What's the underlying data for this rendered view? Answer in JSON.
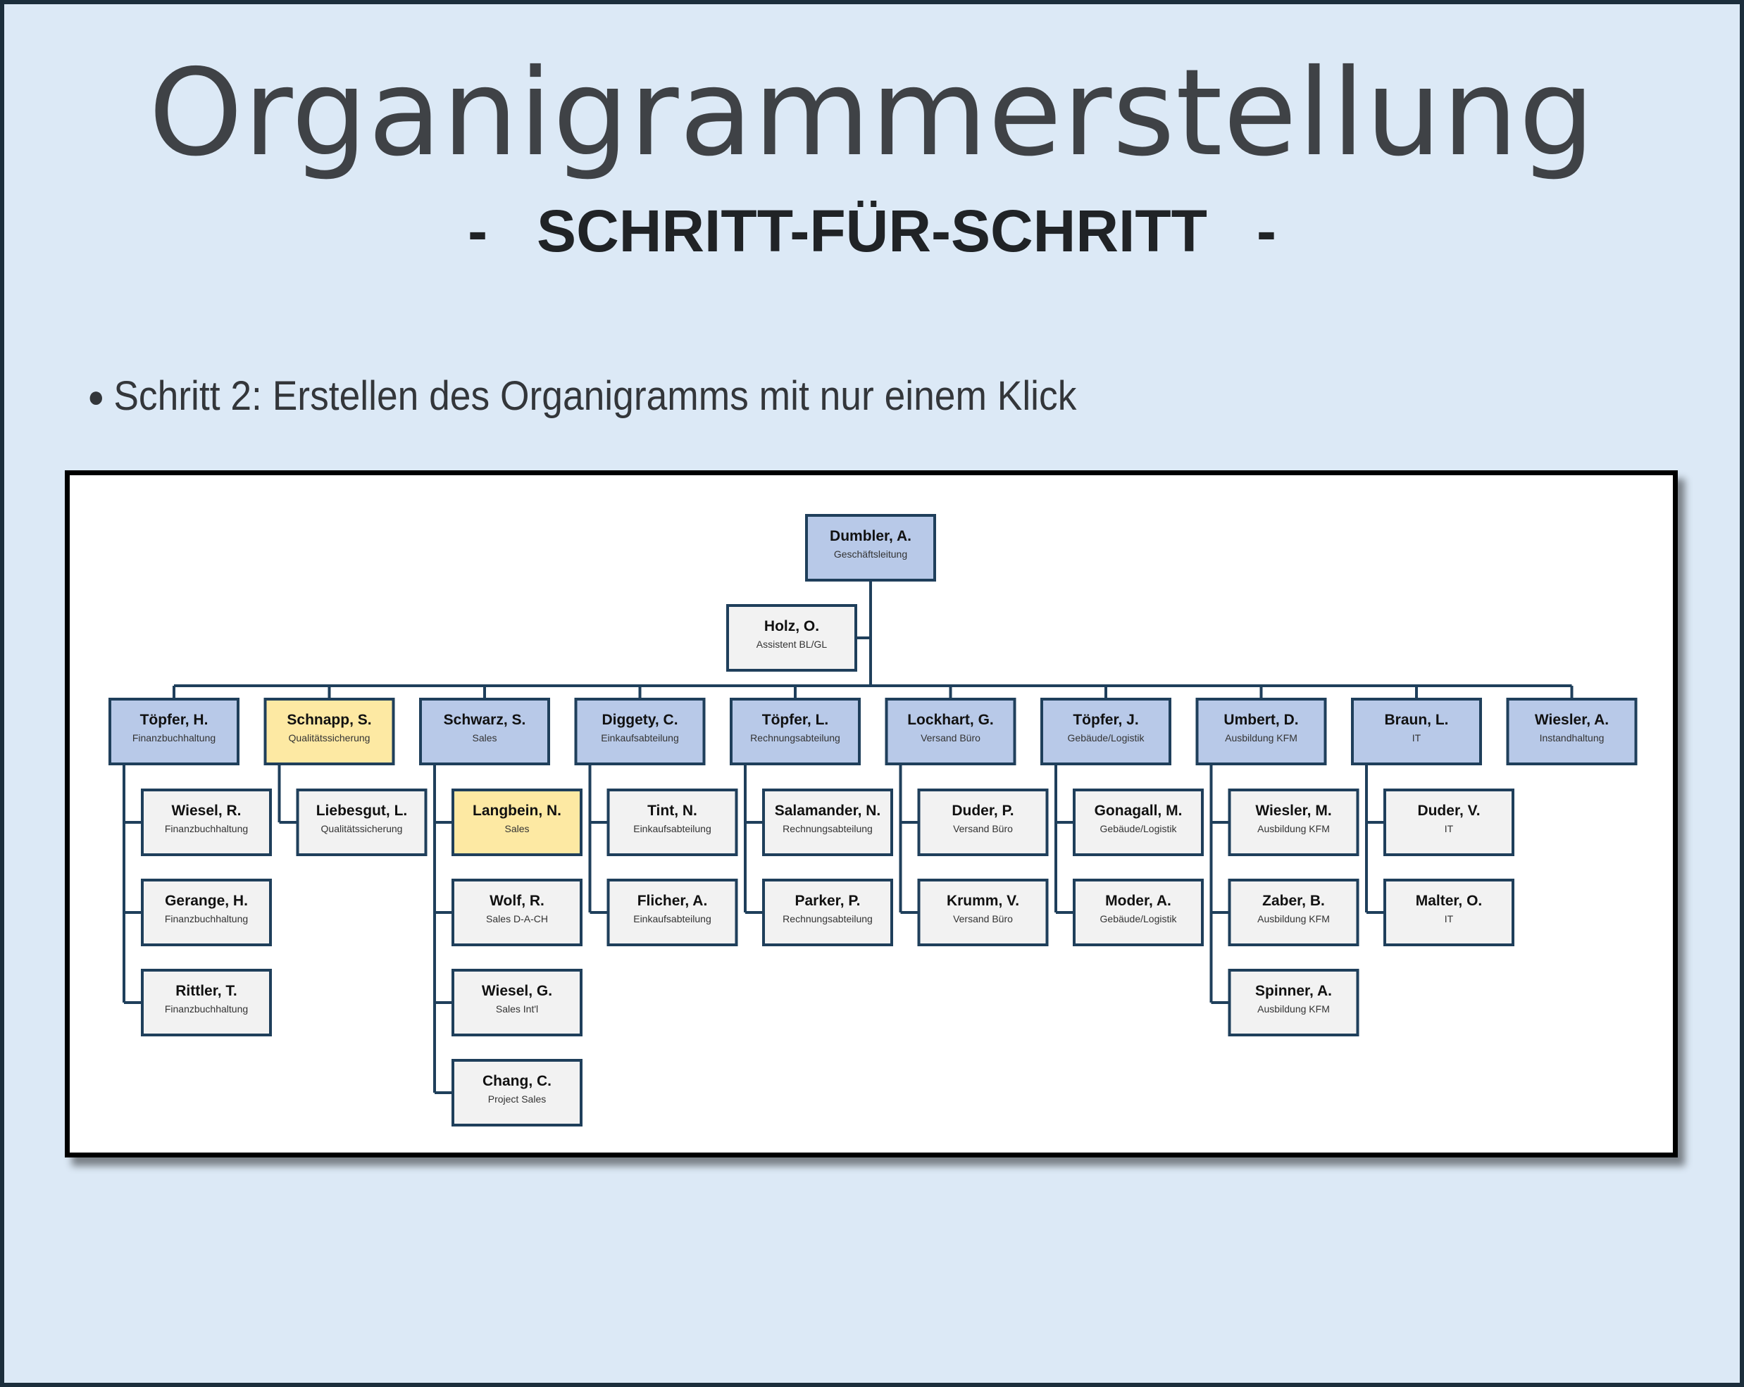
{
  "title": "Organigrammerstellung",
  "subtitle": {
    "dash_left": "-",
    "text": "SCHRITT-FÜR-SCHRITT",
    "dash_right": "-"
  },
  "step": {
    "bullet": "●",
    "text": "Schritt 2: Erstellen des Organigramms mit nur einem Klick"
  },
  "colors": {
    "background": "#dce9f6",
    "box_blue": "#b8c9e8",
    "box_yellow": "#fde9a3",
    "box_grey": "#f2f2f2",
    "box_border": "#1f3f5b",
    "connector": "#1f3f5b"
  },
  "org_chart": {
    "top": {
      "name": "Dumbler, A.",
      "role": "Geschäftsleitung",
      "style": "blue"
    },
    "assistant": {
      "name": "Holz, O.",
      "role": "Assistent BL/GL",
      "style": "grey"
    },
    "departments": [
      {
        "name": "Töpfer, H.",
        "role": "Finanzbuchhaltung",
        "style": "blue",
        "members": [
          {
            "name": "Wiesel, R.",
            "role": "Finanzbuchhaltung",
            "style": "grey"
          },
          {
            "name": "Gerange, H.",
            "role": "Finanzbuchhaltung",
            "style": "grey"
          },
          {
            "name": "Rittler, T.",
            "role": "Finanzbuchhaltung",
            "style": "grey"
          }
        ]
      },
      {
        "name": "Schnapp, S.",
        "role": "Qualitätssicherung",
        "style": "yellow",
        "members": [
          {
            "name": "Liebesgut, L.",
            "role": "Qualitätssicherung",
            "style": "grey"
          }
        ]
      },
      {
        "name": "Schwarz, S.",
        "role": "Sales",
        "style": "blue",
        "members": [
          {
            "name": "Langbein, N.",
            "role": "Sales",
            "style": "yellow"
          },
          {
            "name": "Wolf, R.",
            "role": "Sales D-A-CH",
            "style": "grey"
          },
          {
            "name": "Wiesel, G.",
            "role": "Sales Int'l",
            "style": "grey"
          },
          {
            "name": "Chang, C.",
            "role": "Project Sales",
            "style": "grey"
          }
        ]
      },
      {
        "name": "Diggety, C.",
        "role": "Einkaufsabteilung",
        "style": "blue",
        "members": [
          {
            "name": "Tint, N.",
            "role": "Einkaufsabteilung",
            "style": "grey"
          },
          {
            "name": "Flicher, A.",
            "role": "Einkaufsabteilung",
            "style": "grey"
          }
        ]
      },
      {
        "name": "Töpfer, L.",
        "role": "Rechnungsabteilung",
        "style": "blue",
        "members": [
          {
            "name": "Salamander, N.",
            "role": "Rechnungsabteilung",
            "style": "grey"
          },
          {
            "name": "Parker, P.",
            "role": "Rechnungsabteilung",
            "style": "grey"
          }
        ]
      },
      {
        "name": "Lockhart, G.",
        "role": "Versand Büro",
        "style": "blue",
        "members": [
          {
            "name": "Duder, P.",
            "role": "Versand Büro",
            "style": "grey"
          },
          {
            "name": "Krumm, V.",
            "role": "Versand Büro",
            "style": "grey"
          }
        ]
      },
      {
        "name": "Töpfer, J.",
        "role": "Gebäude/Logistik",
        "style": "blue",
        "members": [
          {
            "name": "Gonagall, M.",
            "role": "Gebäude/Logistik",
            "style": "grey"
          },
          {
            "name": "Moder, A.",
            "role": "Gebäude/Logistik",
            "style": "grey"
          }
        ]
      },
      {
        "name": "Umbert, D.",
        "role": "Ausbildung KFM",
        "style": "blue",
        "members": [
          {
            "name": "Wiesler, M.",
            "role": "Ausbildung KFM",
            "style": "grey"
          },
          {
            "name": "Zaber, B.",
            "role": "Ausbildung KFM",
            "style": "grey"
          },
          {
            "name": "Spinner, A.",
            "role": "Ausbildung KFM",
            "style": "grey"
          }
        ]
      },
      {
        "name": "Braun, L.",
        "role": "IT",
        "style": "blue",
        "members": [
          {
            "name": "Duder, V.",
            "role": "IT",
            "style": "grey"
          },
          {
            "name": "Malter, O.",
            "role": "IT",
            "style": "grey"
          }
        ]
      },
      {
        "name": "Wiesler, A.",
        "role": "Instandhaltung",
        "style": "blue",
        "members": []
      }
    ]
  }
}
